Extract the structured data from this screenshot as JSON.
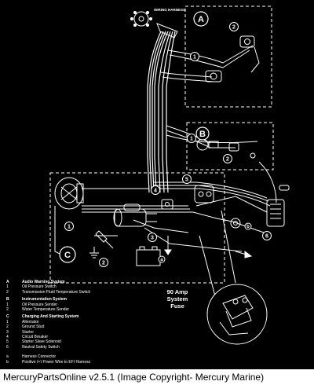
{
  "diagram": {
    "labels": {
      "wiring_harness": "WIRING HARNESS",
      "section_a": "A",
      "section_b": "B",
      "section_c": "C",
      "fuse_callout": [
        "90 Amp",
        "System",
        "Fuse"
      ],
      "callout_1": "1",
      "callout_2": "2",
      "callout_3": "3",
      "callout_4": "4",
      "callout_5": "5",
      "callout_6": "6",
      "callout_a": "a",
      "callout_b": "b"
    }
  },
  "legend": {
    "sections": [
      {
        "key": "A",
        "title": "Audio Warning System",
        "items": [
          {
            "key": "1",
            "text": "Oil Pressure Switch"
          },
          {
            "key": "2",
            "text": "Transmission Fluid Temperature Switch"
          }
        ]
      },
      {
        "key": "B",
        "title": "Instrumentation System",
        "items": [
          {
            "key": "1",
            "text": "Oil Pressure Sender"
          },
          {
            "key": "2",
            "text": "Water Temperature Sender"
          }
        ]
      },
      {
        "key": "C",
        "title": "Charging And Starting System",
        "items": [
          {
            "key": "1",
            "text": "Alternator"
          },
          {
            "key": "2",
            "text": "Ground Stud"
          },
          {
            "key": "3",
            "text": "Starter"
          },
          {
            "key": "4",
            "text": "Circuit Breaker"
          },
          {
            "key": "5",
            "text": "Starter Slave Solenoid"
          },
          {
            "key": "6",
            "text": "Neutral Safety Switch"
          }
        ]
      }
    ],
    "notes": [
      {
        "key": "a",
        "text": "Harness Connector"
      },
      {
        "key": "b",
        "text": "Positive (+) Power Wire to EFI Harness"
      }
    ]
  },
  "footer": {
    "text": "MercuryPartsOnline v2.5.1 (Image Copyright- Mercury Marine)"
  }
}
